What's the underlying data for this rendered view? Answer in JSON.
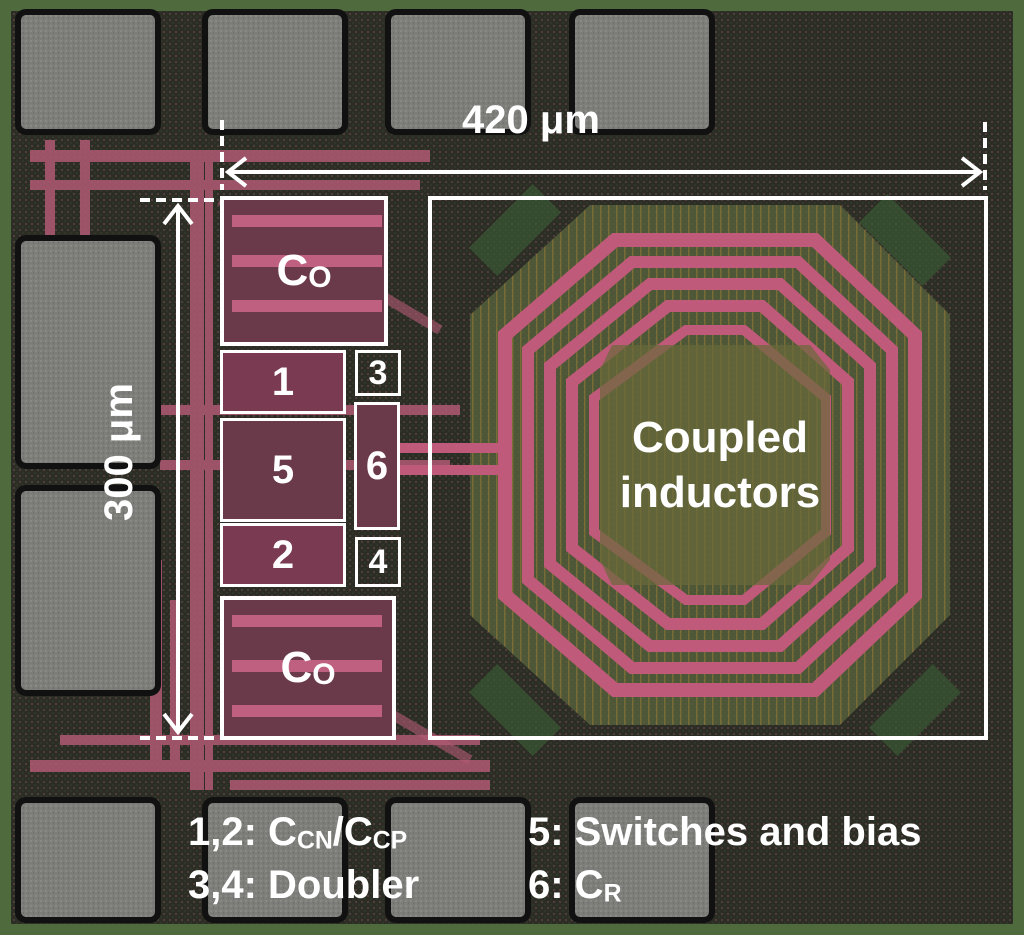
{
  "dimensions": {
    "width_label": "420 μm",
    "height_label": "300 μm"
  },
  "blocks": {
    "co_top": {
      "main": "C",
      "sub": "O"
    },
    "co_bottom": {
      "main": "C",
      "sub": "O"
    },
    "b1": "1",
    "b2": "2",
    "b3": "3",
    "b4": "4",
    "b5": "5",
    "b6": "6",
    "inductor": "Coupled inductors"
  },
  "legend": {
    "l12_prefix": "1,2: C",
    "l12_sub1": "CN",
    "l12_mid": "/C",
    "l12_sub2": "CP",
    "l34": "3,4: Doubler",
    "l5": "5: Switches and bias",
    "l6_prefix": "6: C",
    "l6_sub": "R"
  },
  "colors": {
    "die_background": "#2a2b22",
    "metal_red": "#b85472",
    "metal_green": "#5a7d4a",
    "pad_gray": "#8a8a86",
    "annotation": "#ffffff"
  }
}
